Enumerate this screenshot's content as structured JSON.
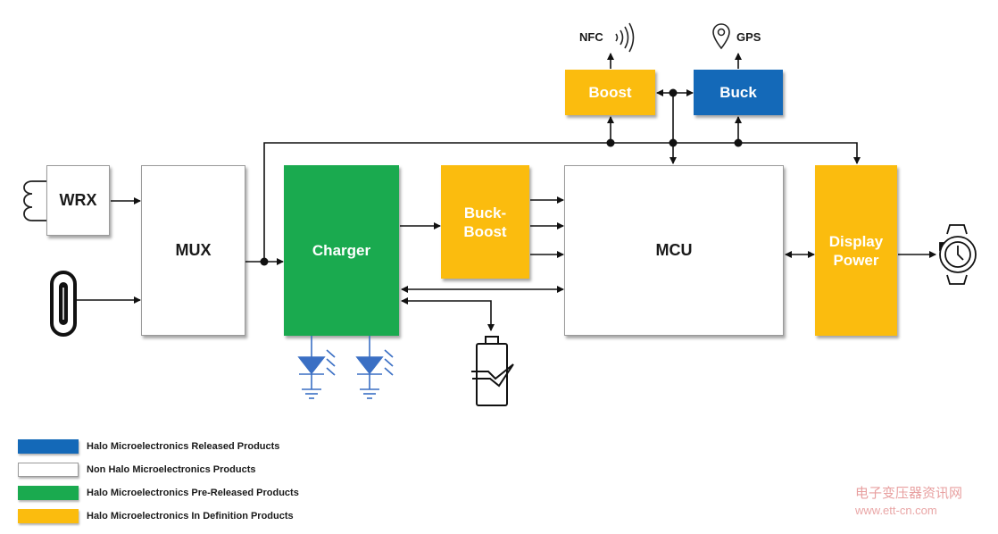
{
  "blocks": {
    "wrx": "WRX",
    "mux": "MUX",
    "charger": "Charger",
    "buck_boost": "Buck-\nBoost",
    "mcu": "MCU",
    "display_power": "Display\nPower",
    "boost": "Boost",
    "buck": "Buck"
  },
  "labels": {
    "nfc": "NFC",
    "gps": "GPS"
  },
  "legend": [
    {
      "label": "Halo Microelectronics Released Products",
      "color": "#1469b8"
    },
    {
      "label": "Non Halo Microelectronics Products",
      "color": "#ffffff"
    },
    {
      "label": "Halo Microelectronics Pre-Released Products",
      "color": "#1aaa4f"
    },
    {
      "label": "Halo Microelectronics In Definition Products",
      "color": "#fbbc0e"
    }
  ],
  "watermark": {
    "line1": "电子变压器资讯网",
    "line2": "www.ett-cn.com"
  },
  "icons": [
    "coil-icon",
    "usb-c-port-icon",
    "battery-charging-icon",
    "led-icon",
    "ground-icon",
    "wireless-signal-icon",
    "location-pin-icon",
    "watch-icon"
  ]
}
